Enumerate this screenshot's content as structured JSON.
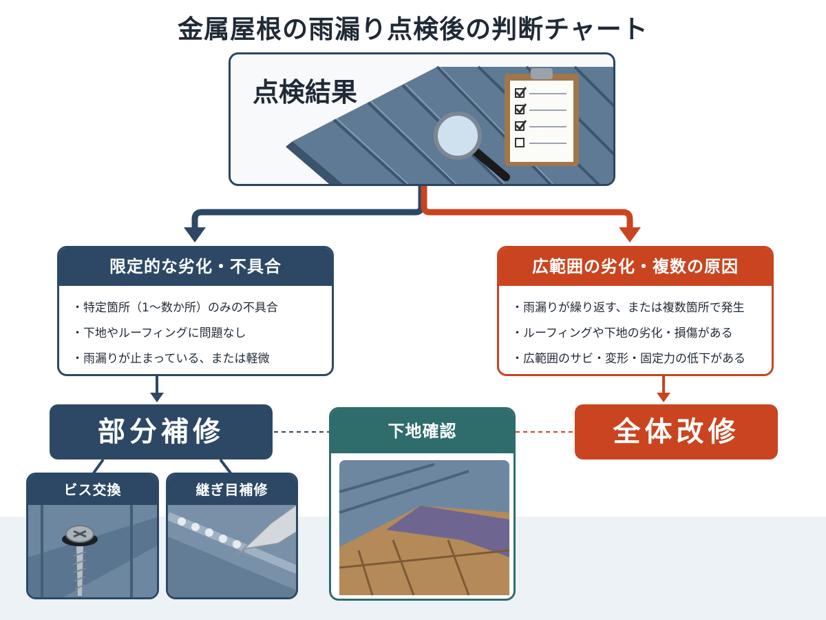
{
  "title": "金属屋根の雨漏り点検後の判断チャート",
  "inspection": {
    "label": "点検結果"
  },
  "limited": {
    "heading": "限定的な劣化・不具合",
    "items": [
      "特定箇所（1～数か所）のみの不具合",
      "下地やルーフィングに問題なし",
      "雨漏りが止まっている、または軽微"
    ]
  },
  "widespread": {
    "heading": "広範囲の劣化・複数の原因",
    "items": [
      "雨漏りが繰り返す、または複数箇所で発生",
      "ルーフィングや下地の劣化・損傷がある",
      "広範囲のサビ・変形・固定力の低下がある"
    ]
  },
  "outcomes": {
    "partial": "部分補修",
    "substrate": "下地確認",
    "full": "全体改修"
  },
  "partial_methods": {
    "screw": "ビス交換",
    "seam": "継ぎ目補修"
  },
  "colors": {
    "navy": "#2c4864",
    "orange": "#c9441f",
    "teal": "#2e6d6b"
  }
}
